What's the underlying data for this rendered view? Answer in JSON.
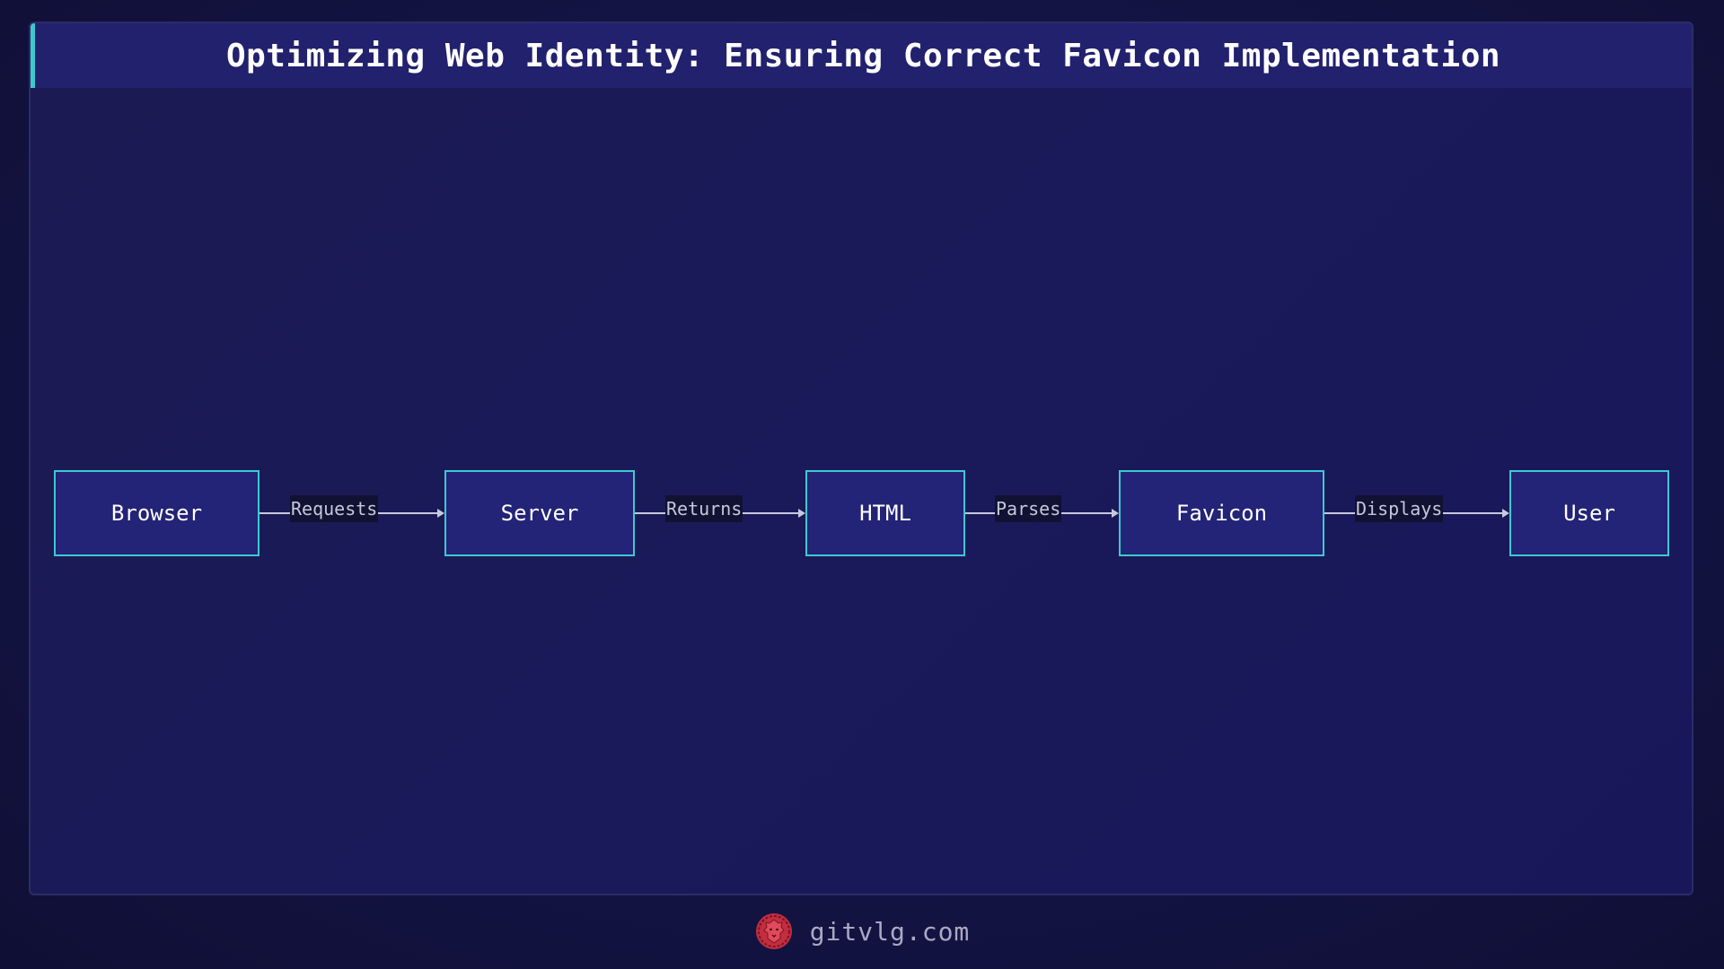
{
  "title": "Optimizing Web Identity: Ensuring Correct Favicon Implementation",
  "nodes": [
    {
      "id": "browser",
      "label": "Browser"
    },
    {
      "id": "server",
      "label": "Server"
    },
    {
      "id": "html",
      "label": "HTML"
    },
    {
      "id": "favicon",
      "label": "Favicon"
    },
    {
      "id": "user",
      "label": "User"
    }
  ],
  "edges": [
    {
      "from": "browser",
      "to": "server",
      "label": "Requests"
    },
    {
      "from": "server",
      "to": "html",
      "label": "Returns"
    },
    {
      "from": "html",
      "to": "favicon",
      "label": "Parses"
    },
    {
      "from": "favicon",
      "to": "user",
      "label": "Displays"
    }
  ],
  "footer": {
    "logo_icon": "lion-logo-icon",
    "site": "gitvlg.com"
  },
  "colors": {
    "node_border": "#3ec9d0",
    "title_accent": "#3ec9d0",
    "logo": "#d9364a"
  }
}
